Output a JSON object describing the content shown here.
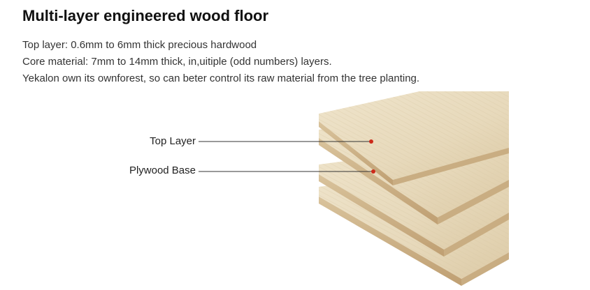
{
  "title": "Multi-layer engineered wood floor",
  "description": [
    "Top layer: 0.6mm to 6mm thick precious hardwood",
    "Core material: 7mm to 14mm thick, in,uitiple (odd numbers) layers.",
    "Yekalon own its ownforest, so can beter control its raw material from the tree planting."
  ],
  "callouts": {
    "top_layer": "Top Layer",
    "plywood_base": "Plywood Base"
  },
  "colors": {
    "wood_face": "#e9dcc0",
    "wood_edge": "#cdb48c",
    "marker": "#cc2a1a",
    "leader_line": "#333333"
  }
}
